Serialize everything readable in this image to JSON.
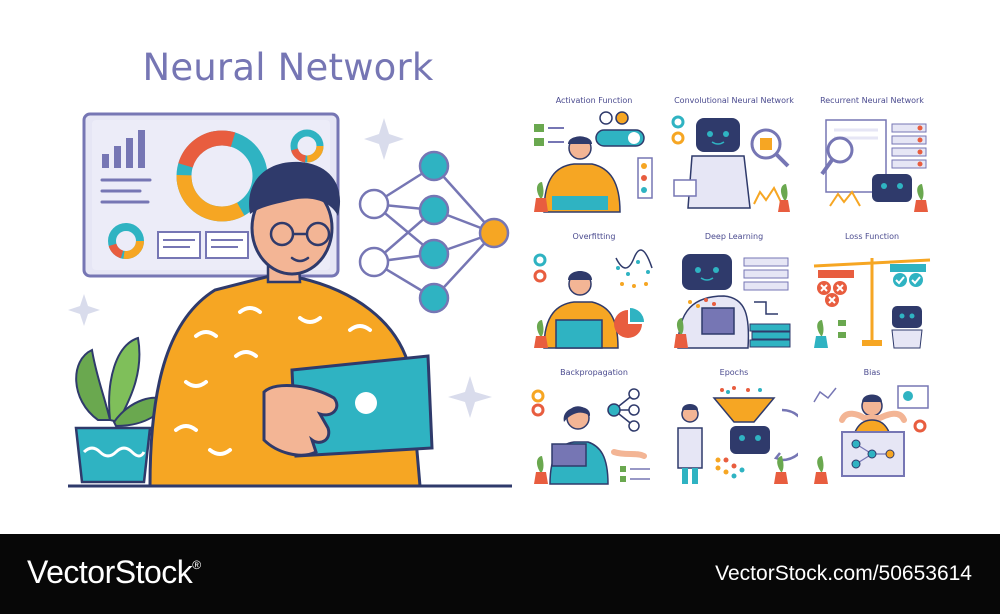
{
  "hero": {
    "title": "Neural Network"
  },
  "panels": [
    {
      "title": "Activation Function"
    },
    {
      "title": "Convolutional Neural Network"
    },
    {
      "title": "Recurrent Neural Network"
    },
    {
      "title": "Overfitting"
    },
    {
      "title": "Deep Learning"
    },
    {
      "title": "Loss Function"
    },
    {
      "title": "Backpropagation"
    },
    {
      "title": "Epochs"
    },
    {
      "title": "Bias"
    }
  ],
  "footer": {
    "brand": "VectorStock",
    "brand_mark": "®",
    "url": "VectorStock.com/50653614"
  },
  "palette": {
    "title_purple": "#7676b4",
    "teal": "#2fb3c2",
    "orange": "#f6a623",
    "red": "#e85d3f",
    "green": "#6aa84f",
    "navy": "#2f3a6b",
    "footer_bg": "#070707"
  }
}
